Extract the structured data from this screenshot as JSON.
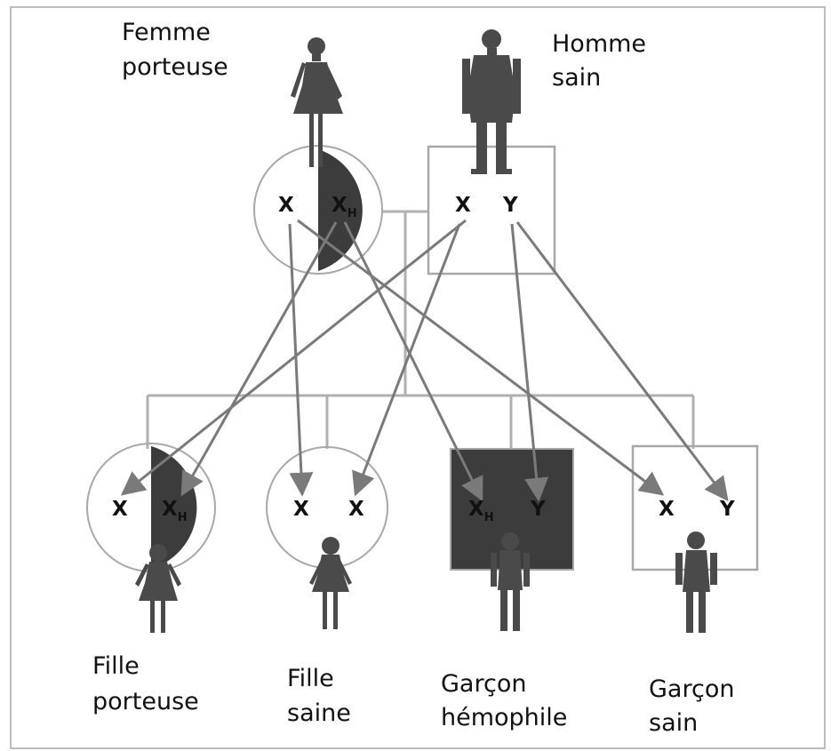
{
  "colors": {
    "affected_fill": "#3c3c3c",
    "outline": "#9a9a9a",
    "arrow": "#7a7a7a",
    "silhouette": "#4a4a4a"
  },
  "parents": {
    "mother": {
      "label_line1": "Femme",
      "label_line2": "porteuse",
      "allele_left": "X",
      "allele_right": "X",
      "allele_right_sub": "H"
    },
    "father": {
      "label_line1": "Homme",
      "label_line2": "sain",
      "allele_left": "X",
      "allele_right": "Y"
    }
  },
  "children": [
    {
      "label_line1": "Fille",
      "label_line2": "porteuse",
      "allele_left": "X",
      "allele_right": "X",
      "allele_right_sub": "H"
    },
    {
      "label_line1": "Fille",
      "label_line2": "saine",
      "allele_left": "X",
      "allele_right": "X"
    },
    {
      "label_line1": "Garçon",
      "label_line2": "hémophile",
      "allele_left": "X",
      "allele_left_sub": "H",
      "allele_right": "Y"
    },
    {
      "label_line1": "Garçon",
      "label_line2": "sain",
      "allele_left": "X",
      "allele_right": "Y"
    }
  ]
}
